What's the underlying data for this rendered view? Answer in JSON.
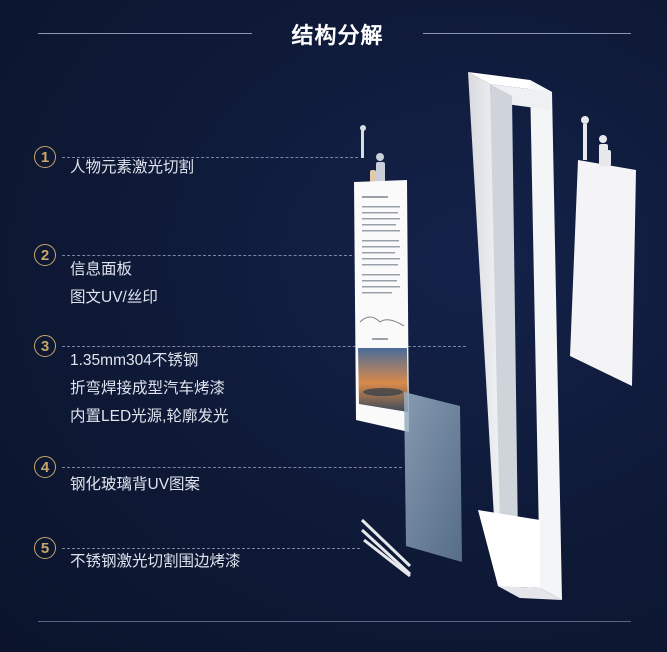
{
  "title": "结构分解",
  "items": [
    {
      "num": "1",
      "lines": [
        "人物元素激光切割"
      ]
    },
    {
      "num": "2",
      "lines": [
        "信息面板",
        "图文UV/丝印"
      ]
    },
    {
      "num": "3",
      "lines": [
        "1.35mm304不锈钢",
        "折弯焊接成型汽车烤漆",
        "内置LED光源,轮廓发光"
      ]
    },
    {
      "num": "4",
      "lines": [
        "钢化玻璃背UV图案"
      ]
    },
    {
      "num": "5",
      "lines": [
        "不锈钢激光切割围边烤漆"
      ]
    }
  ],
  "colors": {
    "background": "#0f1b3a",
    "accent": "#c9a66b",
    "frame": "#f2f2f2"
  }
}
